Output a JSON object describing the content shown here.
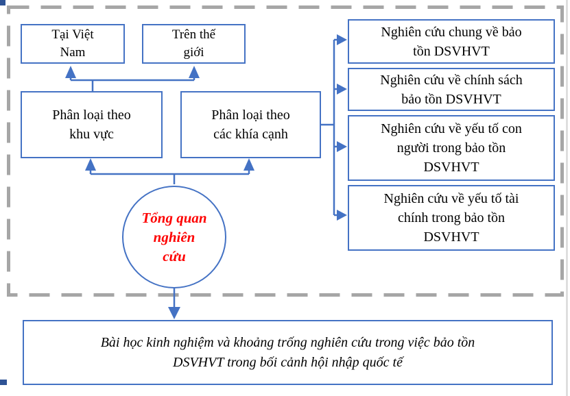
{
  "diagram": {
    "top_boxes": [
      {
        "lines": [
          "Tại Việt",
          "Nam"
        ]
      },
      {
        "lines": [
          "Trên thế",
          "giới"
        ]
      }
    ],
    "mid_boxes": [
      {
        "lines": [
          "Phân loại theo",
          "khu vực"
        ]
      },
      {
        "lines": [
          "Phân loại theo",
          "các khía cạnh"
        ]
      }
    ],
    "right_boxes": [
      {
        "lines": [
          "Nghiên cứu chung về bảo",
          "tồn DSVHVT"
        ]
      },
      {
        "lines": [
          "Nghiên cứu về chính sách",
          "bảo tồn DSVHVT"
        ]
      },
      {
        "lines": [
          "Nghiên cứu về yếu tố con",
          "người trong bảo tồn",
          "DSVHVT"
        ]
      },
      {
        "lines": [
          "Nghiên cứu về yếu tố tài",
          "chính trong bảo tồn",
          "DSVHVT"
        ]
      }
    ],
    "circle": {
      "lines": [
        "Tổng quan",
        "nghiên",
        "cứu"
      ]
    },
    "bottom_box": {
      "lines": [
        "Bài học kinh nghiệm và khoảng trống nghiên cứu trong việc bảo tồn",
        "DSVHVT trong bối cảnh hội nhập quốc tế"
      ]
    },
    "colors": {
      "accent_blue": "#4472c4",
      "circle_text_red": "#fe0000",
      "dash_gray": "#a6a6a6",
      "page_edge_gray": "#d9d9d9",
      "corner_navy": "#2e5395",
      "text_black": "#000000"
    }
  }
}
